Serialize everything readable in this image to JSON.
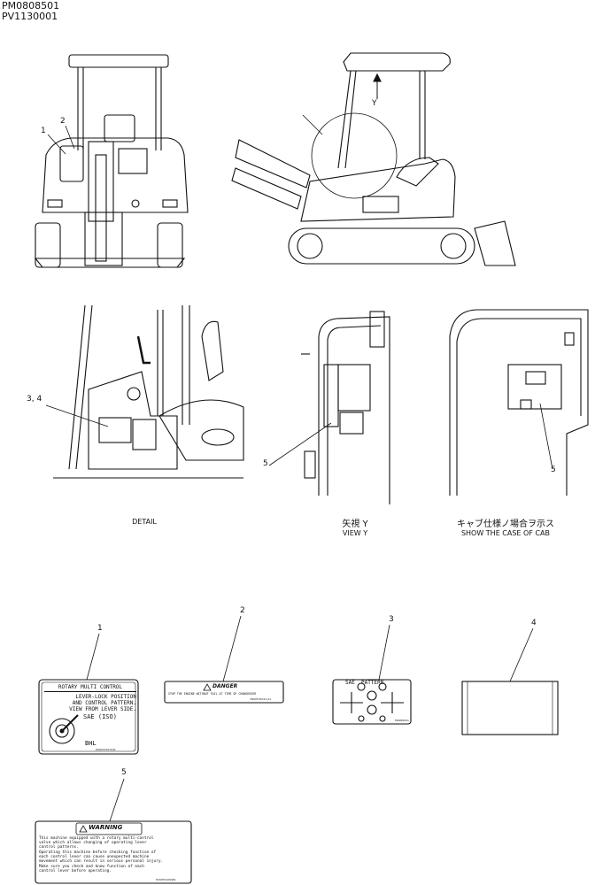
{
  "header": {
    "code1": "PM0808501",
    "code2": "PV1130001"
  },
  "callouts": {
    "c1": "1",
    "c2": "2",
    "c34": "3, 4",
    "c5a": "5",
    "c5b": "5",
    "cY": "Y",
    "p1": "1",
    "p2": "2",
    "p3": "3",
    "p4": "4",
    "p5": "5"
  },
  "captions": {
    "detail": "DETAIL",
    "view_jp": "矢視 Y",
    "view_en": "VIEW Y",
    "cab_jp": "キャブ仕様ノ場合ヲ示ス",
    "cab_en": "SHOW THE CASE OF CAB"
  },
  "label1": {
    "title": "ROTARY MULTI CONTROL",
    "line1": "LEVER-LOCK POSITION",
    "line2": "AND CONTROL PATTERN.",
    "line3": "VIEW FROM LEVER SIDE.",
    "sae": "SAE (ISO)",
    "bhl": "BHL",
    "code": "P00075107041"
  },
  "label2": {
    "title": "DANGER",
    "text": "STOP THE ENGINE WITHOUT FAIL AT TIME OF CHANGEOVER",
    "code": "YN00T01021-01"
  },
  "label3": {
    "title": "SAE  PATTERN",
    "code": "M0080001"
  },
  "label5": {
    "title": "WARNING",
    "p1a": "This machine equipped with a rotary multi-control",
    "p1b": "valve which allows changing of operating lever",
    "p1c": "control patterns.",
    "p2a": "Operating this machine before checking function of",
    "p2b": "each control lever can cause unexpected machine",
    "p2c": "movement which can result in serious personal injury.",
    "p3a": "Make sure you check and know function of each",
    "p3b": "control lever before operating.",
    "code": "PV00T01059P1"
  }
}
